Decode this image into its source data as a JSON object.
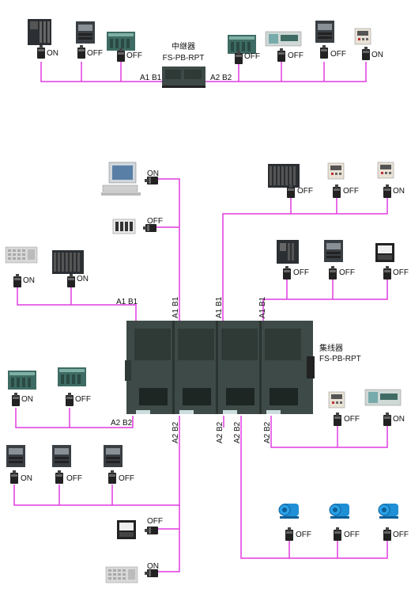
{
  "top": {
    "repeater_title": "中继器",
    "repeater_model": "FS-PB-RPT",
    "port_left": "A1 B1",
    "port_right": "A2 B2",
    "connectors": [
      {
        "state": "ON"
      },
      {
        "state": "OFF"
      },
      {
        "state": "OFF"
      },
      {
        "state": "OFF"
      },
      {
        "state": "OFF"
      },
      {
        "state": "OFF"
      },
      {
        "state": "ON"
      }
    ]
  },
  "hub": {
    "title": "集线器",
    "model": "FS-PB-RPT",
    "ports_top": [
      "A1 B1",
      "A1 B1",
      "A1 B1",
      "A1 B1"
    ],
    "ports_bottom": [
      "A2 B2",
      "A2 B2",
      "A2 B2",
      "A2 B2",
      "A2 B2"
    ]
  },
  "states": {
    "pc": "ON",
    "io_small": "OFF",
    "left_pair": [
      "ON",
      "ON"
    ],
    "top_right_row": [
      "OFF",
      "OFF",
      "ON"
    ],
    "mid_right_row": [
      "OFF",
      "OFF",
      "OFF"
    ],
    "left_lower_pair": [
      "ON",
      "OFF"
    ],
    "right_lower_pair": [
      "OFF",
      "ON"
    ],
    "bottom_left_row": [
      "ON",
      "OFF",
      "OFF"
    ],
    "bottom_right_row": [
      "OFF",
      "OFF",
      "OFF"
    ],
    "panel_bottom": "OFF",
    "keyboard_bottom": "ON"
  },
  "colors": {
    "bus": "#e03ce0",
    "device_dark": "#2b2f33",
    "device_teal": "#3e6b63",
    "hub_body": "#3d4a47",
    "motor": "#1f8fd6"
  },
  "icons": [
    "plc-rack-icon",
    "plc-cpu-icon",
    "io-module-icon",
    "pc-icon",
    "keyboard-panel-icon",
    "hmi-panel-icon",
    "motor-icon",
    "db9-connector-icon",
    "terminal-device-icon"
  ]
}
